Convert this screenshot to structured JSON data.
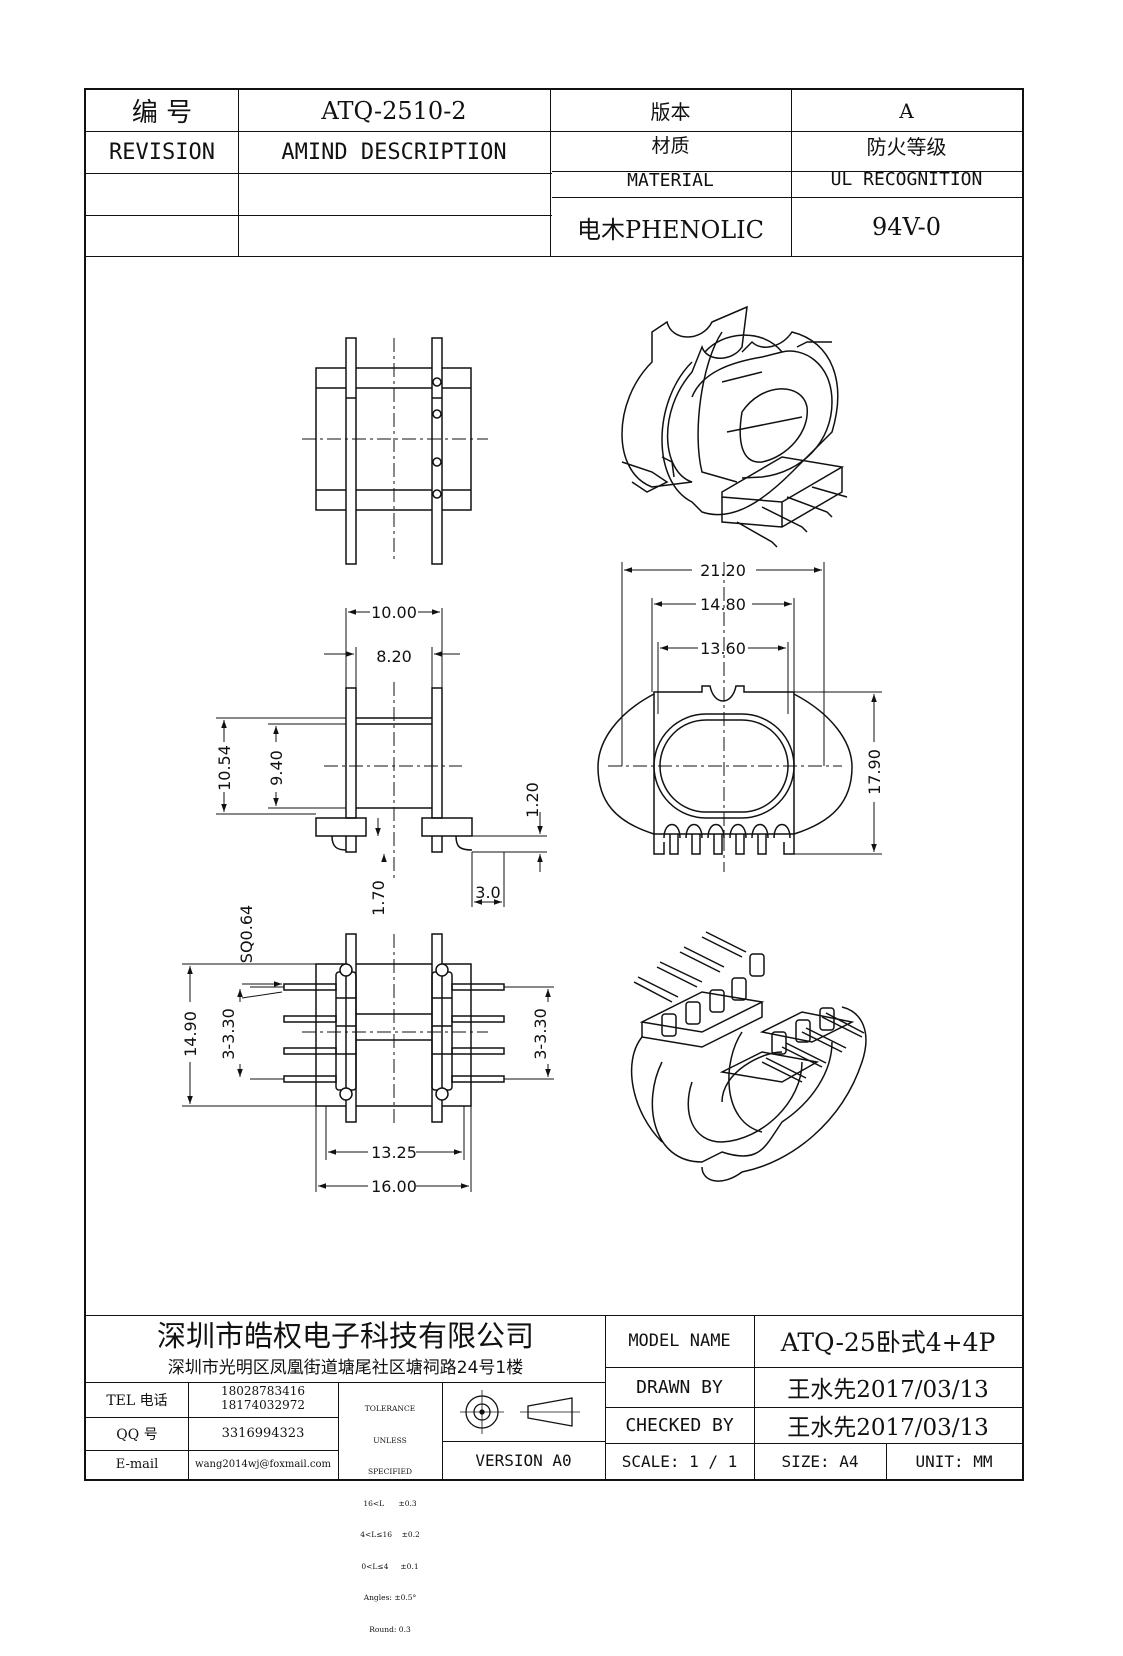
{
  "header": {
    "number_label": "编  号",
    "number_value": "ATQ-2510-2",
    "version_label": "版本",
    "version_value": "A",
    "revision_label": "REVISION",
    "amind_label": "AMIND DESCRIPTION",
    "material_label_cn": "材质",
    "material_label_en": "MATERIAL",
    "ul_label_cn": "防火等级",
    "ul_label_en": "UL RECOGNITION",
    "material_value": "电木PHENOLIC",
    "ul_value": "94V-0"
  },
  "dimensions": {
    "d_21_20": "21.20",
    "d_14_80": "14.80",
    "d_13_60": "13.60",
    "d_17_90": "17.90",
    "d_10_00": "10.00",
    "d_8_20": "8.20",
    "d_10_54": "10.54",
    "d_9_40": "9.40",
    "d_1_20": "1.20",
    "d_1_70": "1.70",
    "d_3_0": "3.0",
    "d_sq": "SQ0.64",
    "d_14_90": "14.90",
    "d_3x330_left": "3-3.30",
    "d_3x330_right": "3-3.30",
    "d_13_25": "13.25",
    "d_16_00": "16.00"
  },
  "footer": {
    "company_name": "深圳市皓权电子科技有限公司",
    "company_address": "深圳市光明区凤凰街道塘尾社区塘祠路24号1楼",
    "tel_label": "TEL 电话",
    "tel_1": "18028783416",
    "tel_2": "18174032972",
    "qq_label": "QQ  号",
    "qq_value": "3316994323",
    "email_label": "E-mail",
    "email_value": "wang2014wj@foxmail.com",
    "tolerance_lines": [
      "TOLERANCE",
      "UNLESS",
      "SPECIFIED",
      "16<L      ±0.3",
      "4<L≤16    ±0.2",
      "0<L≤4     ±0.1",
      "Angles: ±0.5°",
      "Round: 0.3"
    ],
    "version_text": "VERSION A0",
    "model_label": "MODEL NAME",
    "model_value": "ATQ-25卧式4+4P",
    "drawn_label": "DRAWN BY",
    "drawn_value": "王水先2017/03/13",
    "checked_label": "CHECKED BY",
    "checked_value": "王水先2017/03/13",
    "scale_text": "SCALE: 1 / 1",
    "size_text": "SIZE: A4",
    "unit_text": "UNIT: MM"
  }
}
